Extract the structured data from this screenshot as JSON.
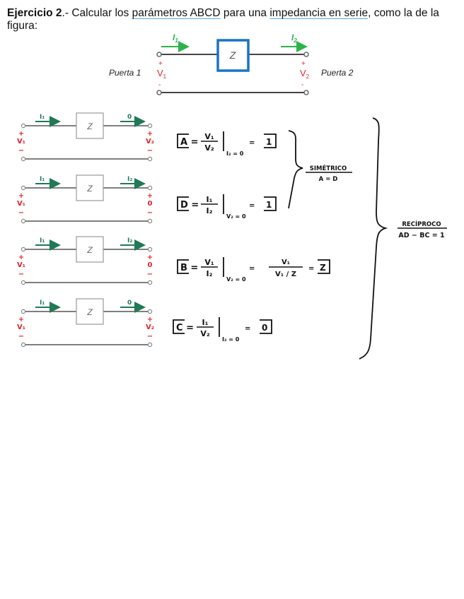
{
  "heading": {
    "label": "Ejercicio 2",
    "text_before": ".- Calcular los ",
    "link1": "parámetros ABCD",
    "text_mid": " para una ",
    "link2": "impedancia en serie",
    "text_after": ", como la de la figura:"
  },
  "main_figure": {
    "impedance": "Z",
    "i1": "I",
    "i1_sub": "1",
    "i2": "I",
    "i2_sub": "2",
    "port1": "Puerta 1",
    "port2": "Puerta 2",
    "v1": "V",
    "v1_sub": "1",
    "v2": "V",
    "v2_sub": "2",
    "plus": "+",
    "minus": "-"
  },
  "circuits": [
    {
      "z": "Z",
      "in_current": "I₁",
      "out_current": "0",
      "in_voltage": "V₁",
      "out_voltage": "V₂"
    },
    {
      "z": "Z",
      "in_current": "I₁",
      "out_current": "I₂",
      "in_voltage": "V₁",
      "out_voltage": "0"
    },
    {
      "z": "Z",
      "in_current": "I₁",
      "out_current": "I₂",
      "in_voltage": "V₁",
      "out_voltage": "0"
    },
    {
      "z": "Z",
      "in_current": "I₁",
      "out_current": "0",
      "in_voltage": "V₁",
      "out_voltage": "V₂"
    }
  ],
  "equations": [
    {
      "param": "A",
      "num": "V₁",
      "den": "V₂",
      "cond": "I₂ = 0",
      "mid": "",
      "result": "1"
    },
    {
      "param": "D",
      "num": "I₁",
      "den": "I₂",
      "cond": "V₂ = 0",
      "mid": "",
      "result": "1"
    },
    {
      "param": "B",
      "num": "V₁",
      "den": "I₂",
      "cond": "V₂ = 0",
      "mid_num": "V₁",
      "mid_den": "V₁ / Z",
      "result": "Z"
    },
    {
      "param": "C",
      "num": "I₁",
      "den": "V₂",
      "cond": "I₂ = 0",
      "mid": "",
      "result": "0"
    }
  ],
  "notes": {
    "symmetric_title": "SIMÉTRICO",
    "symmetric_cond": "A = D",
    "reciprocal_title": "RECÍPROCO",
    "reciprocal_cond": "AD − BC = 1"
  },
  "colors": {
    "current_main": "#2db34a",
    "current_hand": "#1f7a55",
    "voltage": "#e0262b",
    "z_box_main": "#1a73c6",
    "wire": "#444444"
  }
}
